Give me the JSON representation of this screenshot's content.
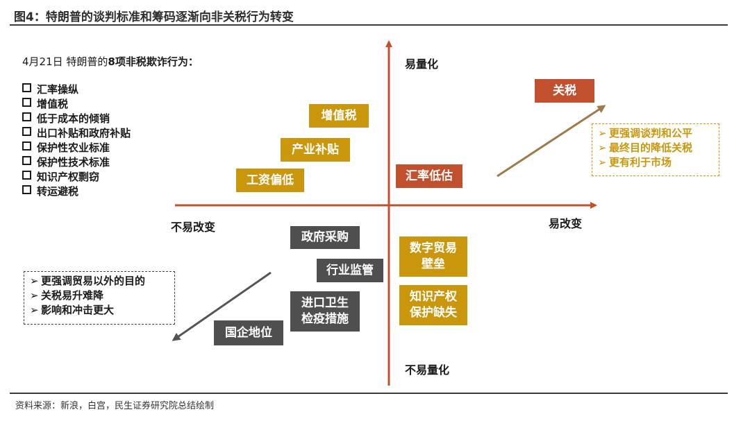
{
  "title": "图4：特朗普的谈判标准和筹码逐渐向非关税行为转变",
  "source": "资料来源：新浪，白宫，民生证券研究院总结绘制",
  "intro": {
    "prefix": "4月21日 特朗普的",
    "bold": "8项非税欺诈行为："
  },
  "list": [
    "汇率操纵",
    "增值税",
    "低于成本的倾销",
    "出口补贴和政府补贴",
    "保护性农业标准",
    "保护性技术标准",
    "知识产权剽窃",
    "转运避税"
  ],
  "axes": {
    "top": "易量化",
    "bottom": "不易量化",
    "left": "不易改变",
    "right": "易改变"
  },
  "boxes": {
    "tariff": "关税",
    "fx_low": "汇率低估",
    "vat": "增值税",
    "industry_subsidy": "产业补贴",
    "low_wage": "工资偏低",
    "gov_procurement": "政府采购",
    "industry_regulation": "行业监管",
    "sanitary_line1": "进口卫生",
    "sanitary_line2": "检疫措施",
    "soe": "国企地位",
    "digital_line1": "数字贸易",
    "digital_line2": "壁垒",
    "ip_line1": "知识产权",
    "ip_line2": "保护缺失"
  },
  "right_notes": [
    "更强调谈判和公平",
    "最终目的降低关税",
    "更有利于市场"
  ],
  "left_notes": [
    "更强调贸易以外的目的",
    "关税易升难降",
    "影响和冲击更大"
  ],
  "icons": {
    "bullet": "square-outline-icon",
    "note_marker": "chevron-right-icon"
  },
  "colors": {
    "gold": "#c9960c",
    "red": "#c0502e",
    "gray": "#4f4f4f",
    "axis": "#c0502e",
    "arrow_up": "#a07a4a",
    "arrow_down": "#555555"
  }
}
